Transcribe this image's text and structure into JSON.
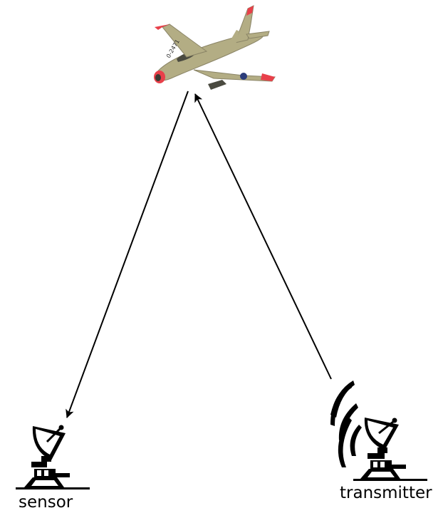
{
  "labels": {
    "sensor": "sensor",
    "transmitter": "transmitter"
  },
  "aircraft": {
    "insignia_text": "0-2471"
  },
  "colors": {
    "stroke": "#000000",
    "aircraft_body": "#b3ad84",
    "aircraft_accent": "#e8404a",
    "aircraft_dark": "#4a4a40",
    "background": "#ffffff"
  }
}
